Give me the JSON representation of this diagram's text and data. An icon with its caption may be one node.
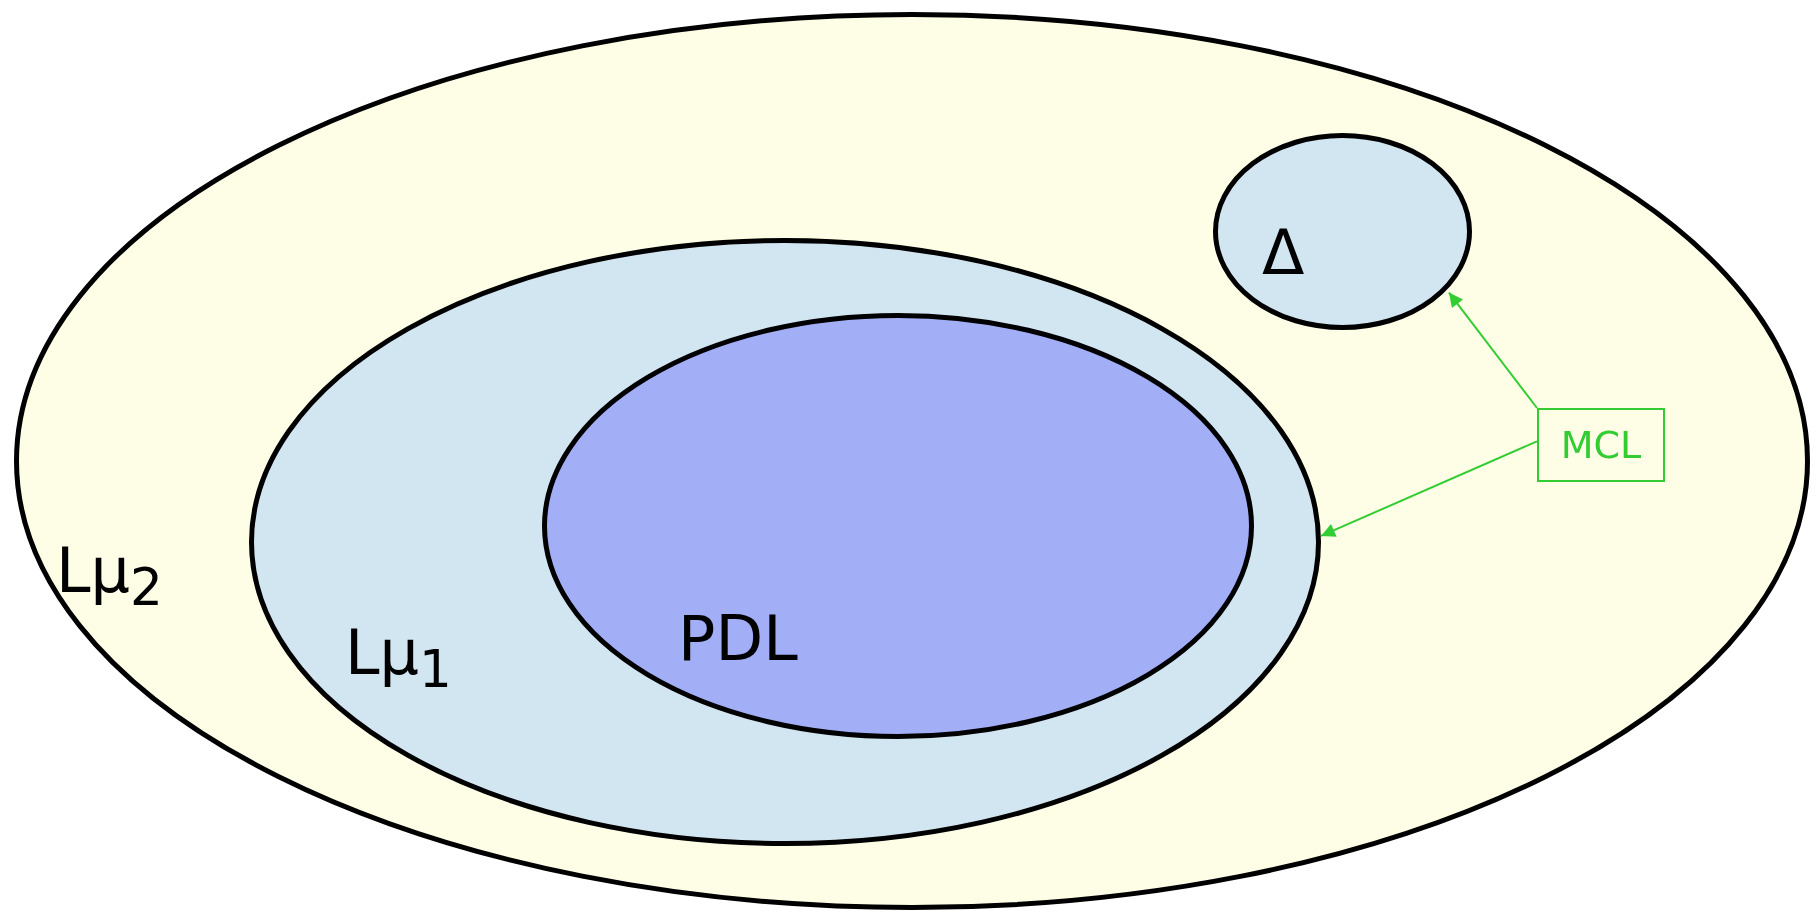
{
  "diagram": {
    "nodes": [
      {
        "text": [
          "Lμ$_{2}$"
        ]
      },
      {
        "text": [
          "Lμ$_{1}$"
        ],
        "in": 0
      },
      {
        "text": [
          "PDL"
        ],
        "in": 1
      },
      {
        "text": [
          "Δ"
        ],
        "in": 0
      },
      {
        "text": [
          "MCL"
        ],
        "in": 0
      }
    ],
    "edges": [
      {
        "from": 4,
        "to": 3,
        "arrow": "to",
        "color": "#33cc33"
      },
      {
        "from": 4,
        "to": 1,
        "arrow": "to",
        "color": "#33cc33"
      }
    ]
  }
}
